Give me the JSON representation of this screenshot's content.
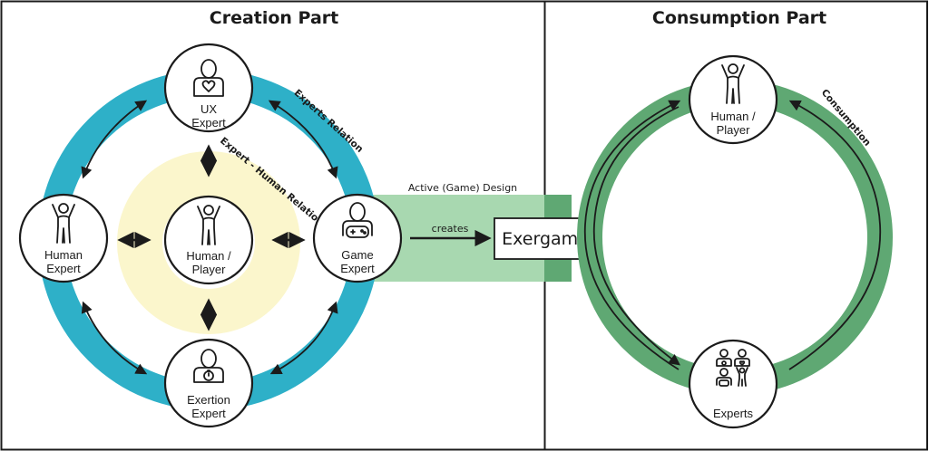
{
  "panels": {
    "creation_title": "Creation Part",
    "consumption_title": "Consumption Part"
  },
  "creation": {
    "ring_label_experts": "Experts Relation",
    "ring_label_expert_human": "Expert - Human Relations",
    "nodes": {
      "ux_expert": [
        "UX",
        "Expert"
      ],
      "human_expert": [
        "Human",
        "Expert"
      ],
      "human_player": [
        "Human /",
        "Player"
      ],
      "game_expert": [
        "Game",
        "Expert"
      ],
      "exertion_expert": [
        "Exertion",
        "Expert"
      ]
    }
  },
  "middle": {
    "band_label": "Active (Game) Design",
    "arrow_label": "creates",
    "box_label": "Exergame"
  },
  "consumption": {
    "ring_label": "Consumption",
    "nodes": {
      "human_player": [
        "Human /",
        "Player"
      ],
      "experts": [
        "Experts"
      ]
    }
  },
  "colors": {
    "teal_ring": "#2eb0c8",
    "yellow_ring": "#fbf6cc",
    "light_green_band": "#a8d8b0",
    "dark_green": "#5fa873"
  },
  "icons": [
    "heart-person-icon",
    "person-arms-up-icon",
    "gamepad-person-icon",
    "stopwatch-person-icon",
    "experts-group-icon"
  ]
}
